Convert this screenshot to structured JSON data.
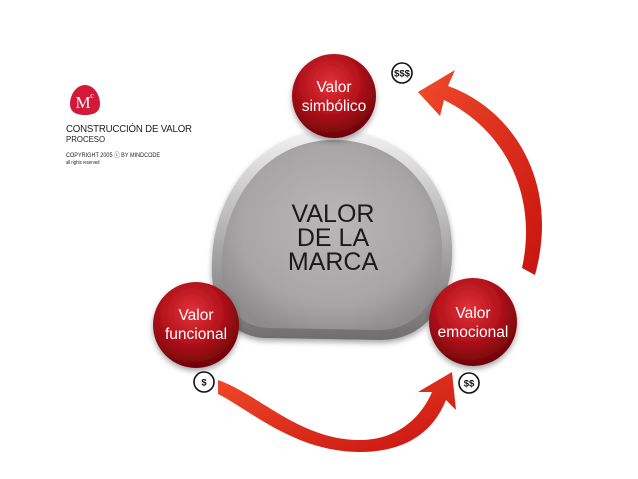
{
  "brand": {
    "logo_text": "M",
    "logo_sup": "c",
    "title": "CONSTRUCCIÓN DE VALOR",
    "subtitle": "PROCESO",
    "copyright": "COPYRIGHT 2005 ⓒ BY MINDCODE",
    "rights": "all rights reserved"
  },
  "center": {
    "lines": [
      "VALOR",
      "DE LA",
      "MARCA"
    ]
  },
  "nodes": {
    "symbolic": {
      "line1": "Valor",
      "line2": "simbólico",
      "badge": "$$$"
    },
    "functional": {
      "line1": "Valor",
      "line2": "funcional",
      "badge": "$"
    },
    "emotional": {
      "line1": "Valor",
      "line2": "emocional",
      "badge": "$$"
    }
  },
  "colors": {
    "node_red": "#b0101a",
    "arrow_red": "#e8251c",
    "center_gray": "#a9a7a8",
    "logo_red": "#d4183a"
  }
}
